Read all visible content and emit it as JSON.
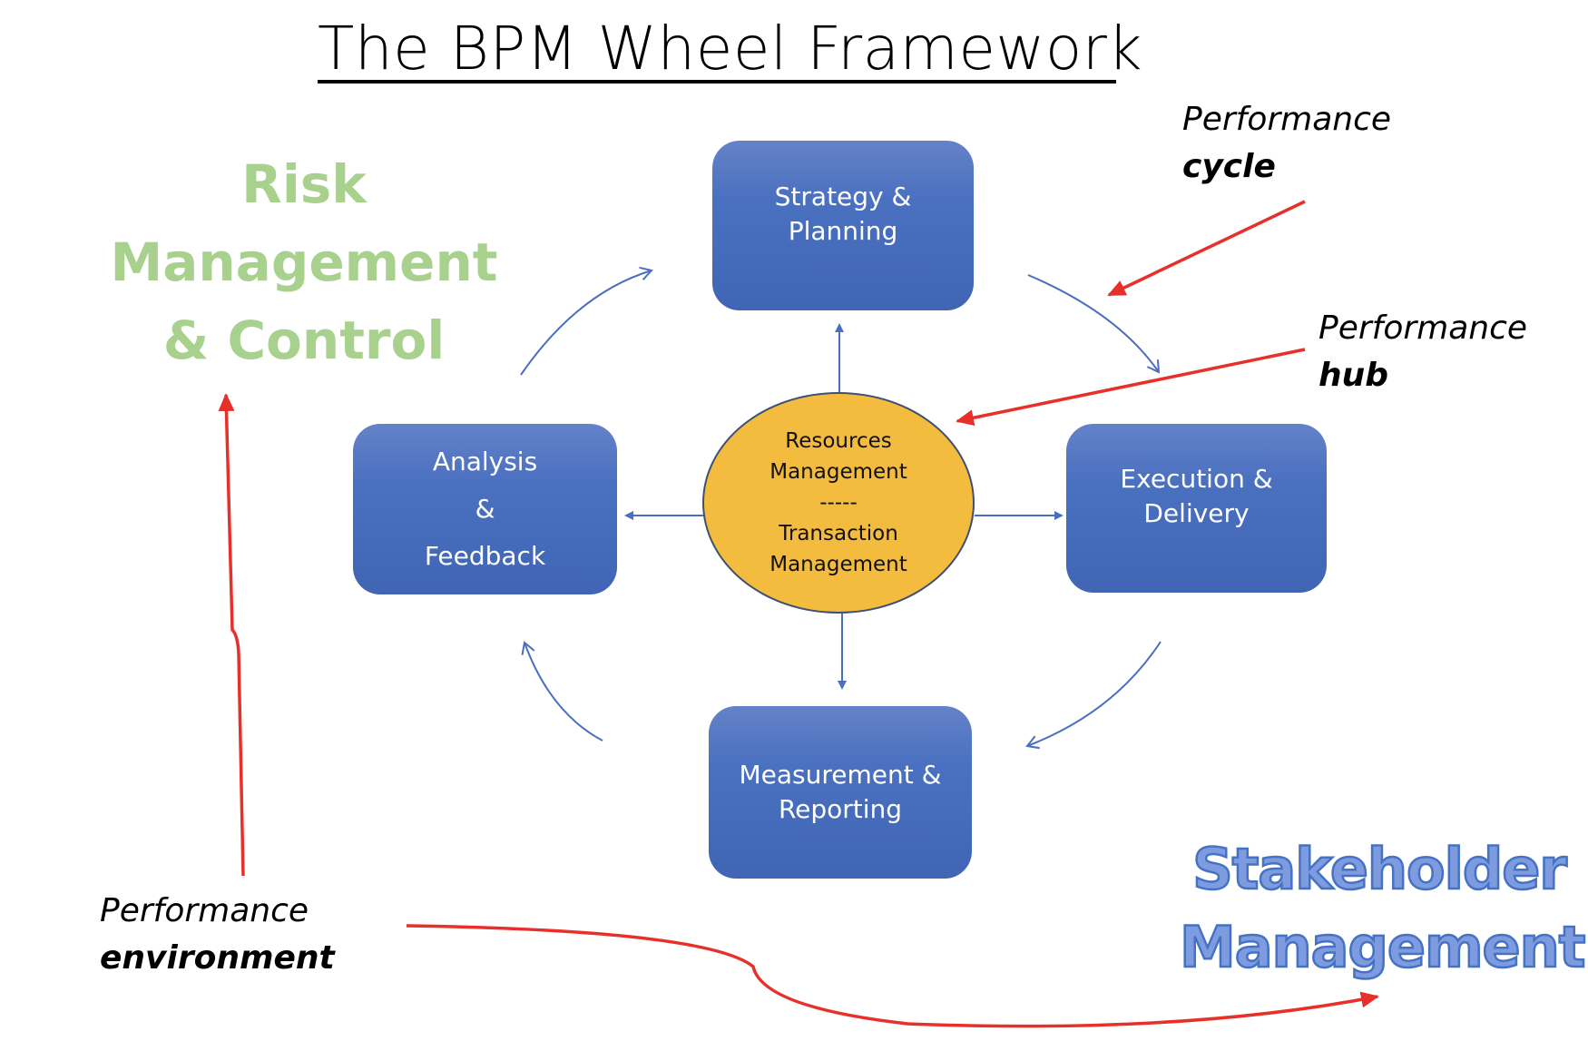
{
  "title": "The BPM Wheel Framework",
  "risk": {
    "line1": "Risk Management",
    "line2": "& Control"
  },
  "boxes": {
    "strategy": {
      "line1": "Strategy &",
      "line2": "Planning"
    },
    "analysis": {
      "line1": "Analysis",
      "line2": "&",
      "line3": "Feedback"
    },
    "execution": {
      "line1": "Execution &",
      "line2": "Delivery"
    },
    "measurement": {
      "line1": "Measurement &",
      "line2": "Reporting"
    }
  },
  "hub": {
    "line1": "Resources",
    "line2": "Management",
    "divider": "-----",
    "line3": "Transaction",
    "line4": "Management"
  },
  "labels": {
    "cycle": {
      "normal": "Performance",
      "bold": "cycle"
    },
    "hub": {
      "normal": "Performance",
      "bold": "hub"
    },
    "environment": {
      "normal": "Performance",
      "bold": "environment"
    }
  },
  "stakeholder": {
    "line1": "Stakeholder",
    "line2": "Management"
  },
  "colors": {
    "box_blue": "#4472c4",
    "hub_yellow": "#f4bc3f",
    "risk_green": "#a9d18e",
    "annotation_red": "#e8302a",
    "connector_blue": "#4a6fbf"
  }
}
